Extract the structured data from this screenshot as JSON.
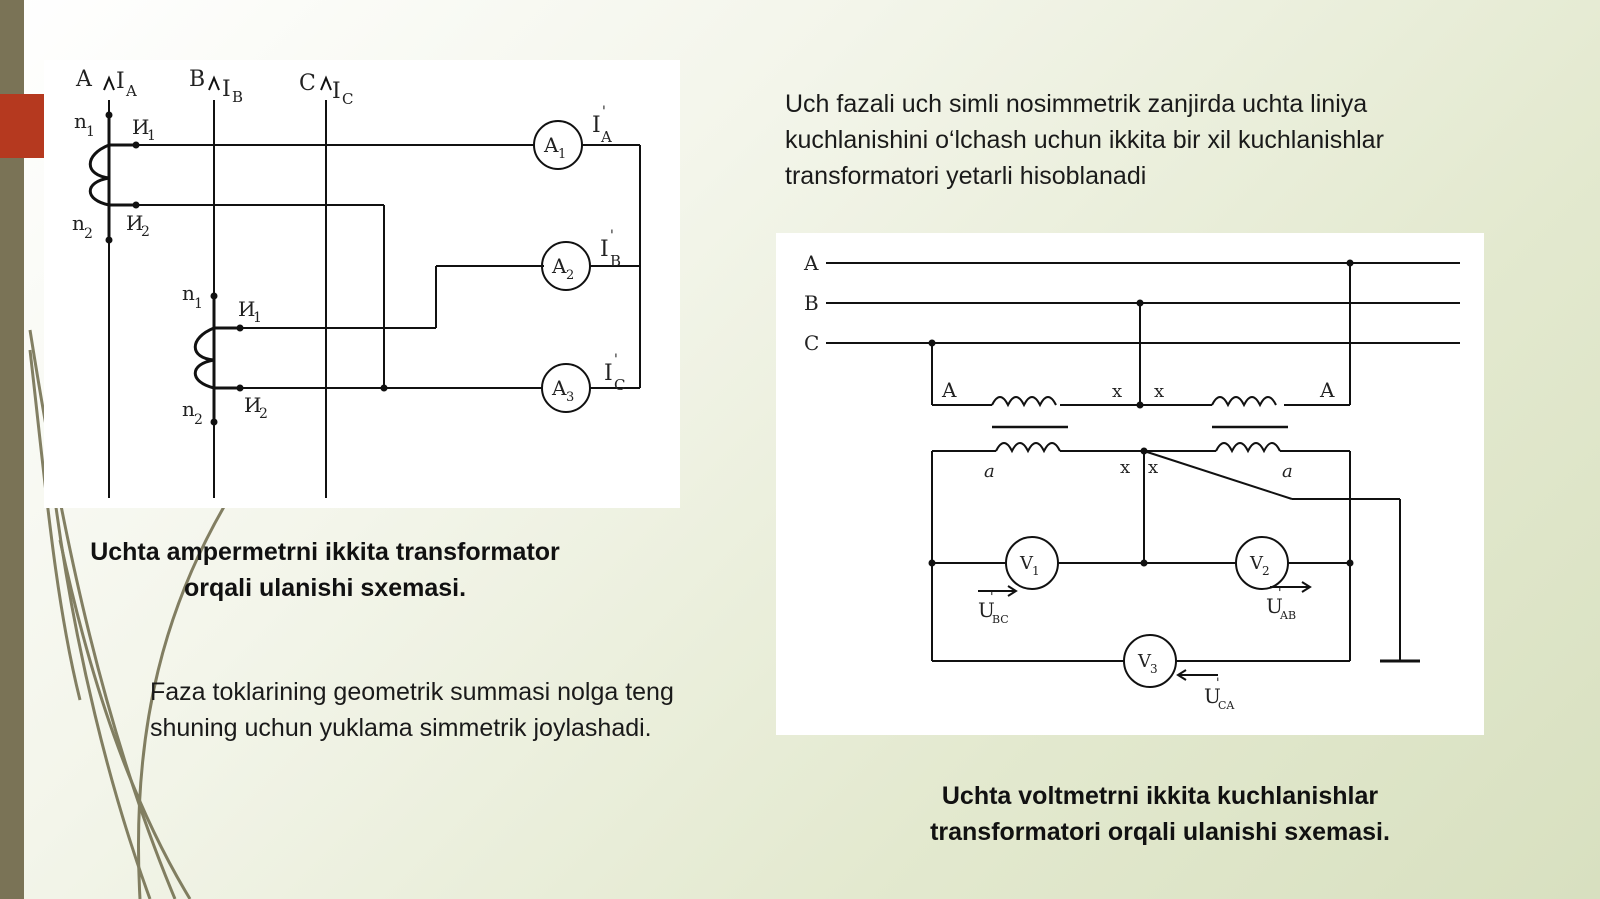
{
  "slide": {
    "caption_left": [
      "Uchta ampermetrni ikkita transformator",
      "orqali ulanishi sxemasi."
    ],
    "paragraph_top_right": [
      "Uch fazali uch simli nosimmetrik zanjirda uchta liniya",
      "kuchlanishini o‘lchash uchun ikkita  bir xil kuchlanishlar",
      "transformatori yetarli hisoblanadi"
    ],
    "paragraph_bottom_left": [
      "Faza toklarining geometrik summasi nolga teng",
      "shuning uchun yuklama simmetrik joylashadi."
    ],
    "caption_right": [
      "Uchta voltmetrni ikkita kuchlanishlar",
      "transformatori orqali ulanishi sxemasi."
    ]
  },
  "diagram_left": {
    "phase_a": "A",
    "phase_b": "B",
    "phase_c": "C",
    "current_a": "I",
    "current_a_sub": "A",
    "current_b": "I",
    "current_b_sub": "B",
    "current_c": "I",
    "current_c_sub": "C",
    "n1": "n",
    "n1_sub": "1",
    "n2": "n",
    "n2_sub": "2",
    "i1": "И",
    "i1_sub": "1",
    "i2": "И",
    "i2_sub": "2",
    "ammeter_1": "A",
    "ammeter_1_sub": "1",
    "ammeter_2": "A",
    "ammeter_2_sub": "2",
    "ammeter_3": "A",
    "ammeter_3_sub": "3",
    "out_a": "I",
    "out_a_sub": "A",
    "out_b": "I",
    "out_b_sub": "B",
    "out_c": "I",
    "out_c_sub": "C",
    "prime": "'"
  },
  "diagram_right": {
    "line_a": "A",
    "line_b": "B",
    "line_c": "C",
    "primary_start": "A",
    "primary_end": "x",
    "secondary_start": "a",
    "secondary_end": "x",
    "voltmeter_1": "V",
    "voltmeter_1_sub": "1",
    "voltmeter_2": "V",
    "voltmeter_2_sub": "2",
    "voltmeter_3": "V",
    "voltmeter_3_sub": "3",
    "u_bc": "U",
    "u_bc_sub": "BC",
    "u_ab": "U",
    "u_ab_sub": "AB",
    "u_ca": "U",
    "u_ca_sub": "CA",
    "prime": "'"
  }
}
